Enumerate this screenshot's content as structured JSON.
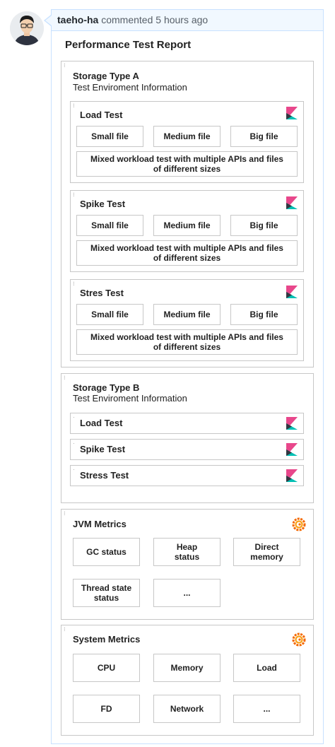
{
  "comment": {
    "author": "taeho-ha",
    "meta": "commented 5 hours ago"
  },
  "report": {
    "title": "Performance Test Report",
    "storage_a": {
      "title": "Storage Type A",
      "subtitle": "Test Enviroment Information",
      "tests": [
        {
          "title": "Load Test",
          "small": "Small file",
          "medium": "Medium file",
          "big": "Big file",
          "mixed": "Mixed workload test with multiple APIs and files of different sizes"
        },
        {
          "title": "Spike Test",
          "small": "Small file",
          "medium": "Medium file",
          "big": "Big file",
          "mixed": "Mixed workload test with multiple APIs and files of different sizes"
        },
        {
          "title": "Stres Test",
          "small": "Small file",
          "medium": "Medium file",
          "big": "Big file",
          "mixed": "Mixed workload test with multiple APIs and files of different sizes"
        }
      ]
    },
    "storage_b": {
      "title": "Storage Type B",
      "subtitle": "Test Enviroment Information",
      "tests": [
        "Load Test",
        "Spike Test",
        "Stress Test"
      ]
    },
    "jvm": {
      "title": "JVM Metrics",
      "items": [
        "GC status",
        "Heap status",
        "Direct memory",
        "Thread state status",
        "..."
      ]
    },
    "system": {
      "title": "System Metrics",
      "items": [
        "CPU",
        "Memory",
        "Load",
        "FD",
        "Network",
        "..."
      ]
    }
  },
  "icons": {
    "avatar": "user-avatar",
    "kibana": "kibana-icon",
    "grafana": "grafana-icon"
  },
  "colors": {
    "kibana_pink": "#e8478b",
    "kibana_teal": "#00bfb3",
    "kibana_dark": "#343741",
    "grafana_orange": "#f46800",
    "link_border": "#c8e1ff"
  }
}
